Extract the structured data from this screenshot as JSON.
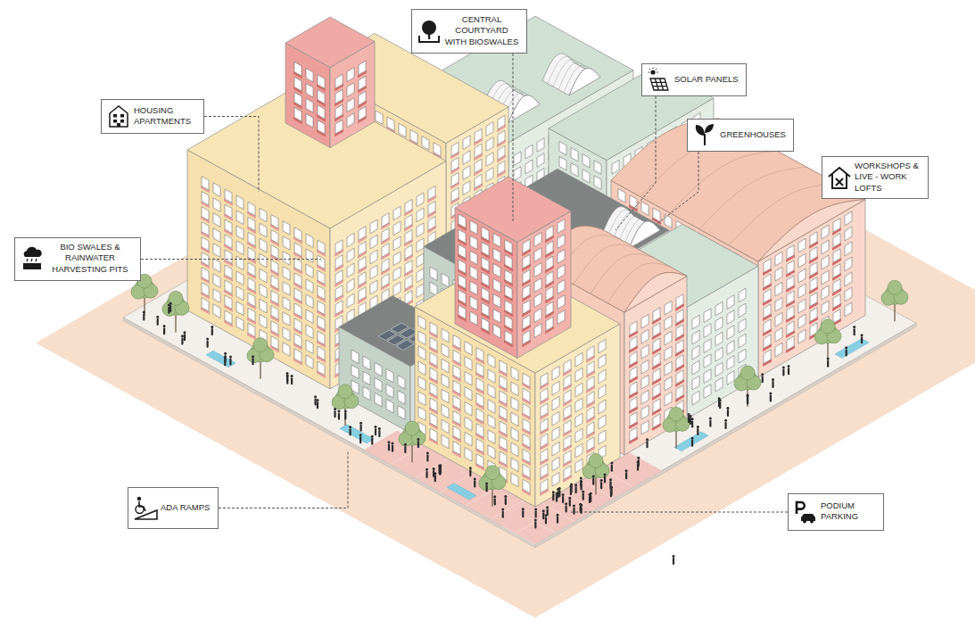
{
  "diagram": {
    "nodes": [
      {
        "text": [
          "CENTRAL COURTYARD WITH BIOSWALES"
        ]
      },
      {
        "text": [
          "SOLAR PANELS"
        ]
      },
      {
        "text": [
          "HOUSING APARTMENTS"
        ]
      },
      {
        "text": [
          "GREENHOUSES"
        ]
      },
      {
        "text": [
          "WORKSHOPS & LIVE - WORK LOFTS"
        ]
      },
      {
        "text": [
          "BIO SWALES & RAINWATER HARVESTING PITS"
        ]
      },
      {
        "text": [
          "ADA RAMPS"
        ]
      },
      {
        "text": [
          "PODIUM PARKING"
        ]
      }
    ]
  }
}
